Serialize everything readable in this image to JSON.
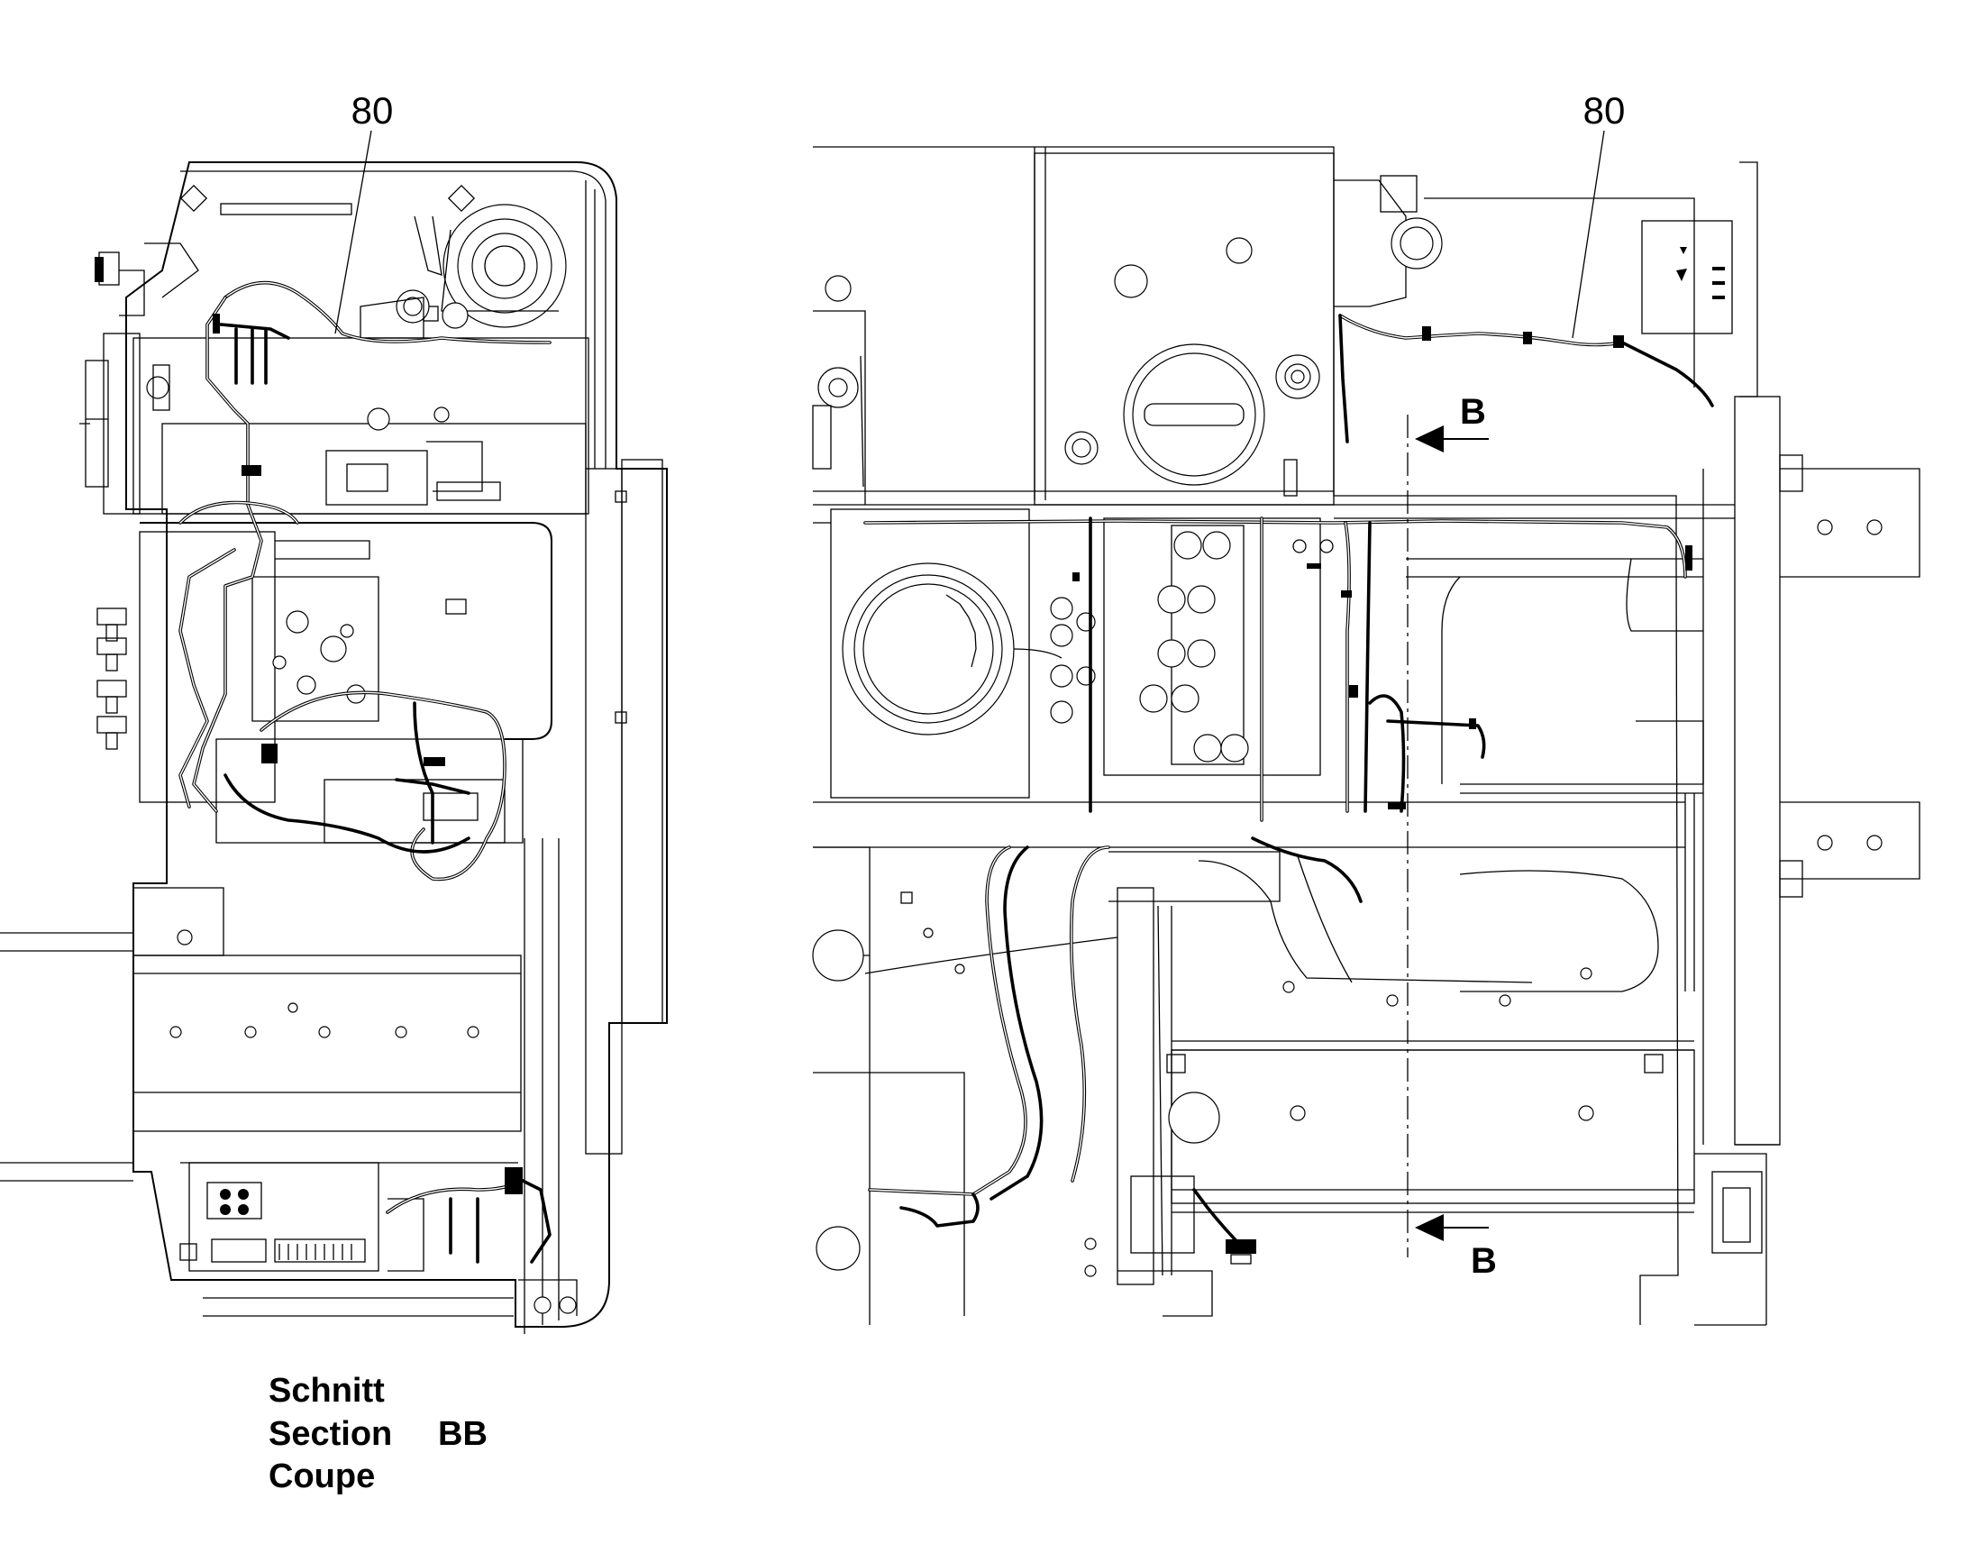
{
  "callouts": {
    "left": "80",
    "right": "80"
  },
  "section_marks": {
    "top": "B",
    "bottom": "B"
  },
  "caption": {
    "line1": "Schnitt",
    "line2_word": "Section",
    "line2_code": "BB",
    "line3": "Coupe"
  }
}
